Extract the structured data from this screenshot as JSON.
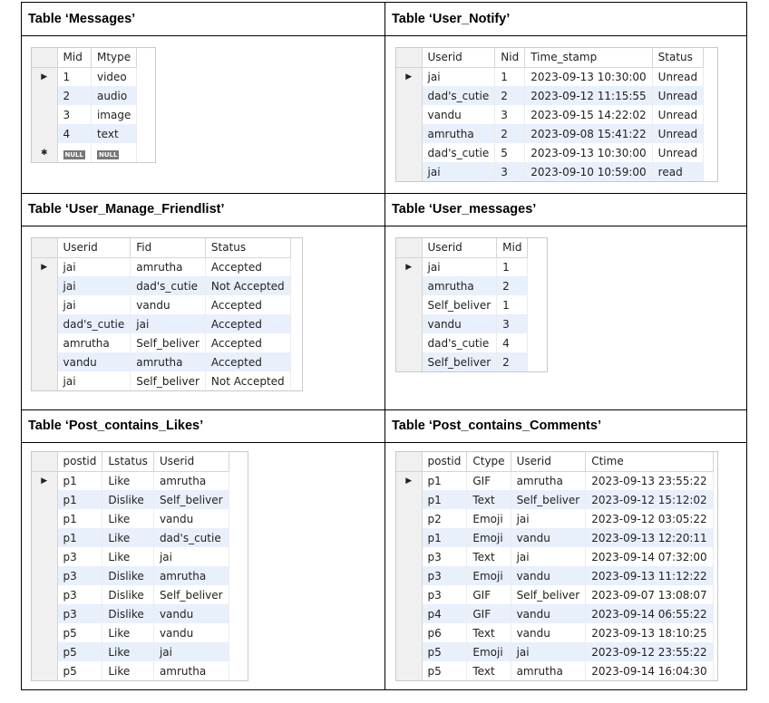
{
  "panels": {
    "messages": {
      "title": "Table ‘Messages’",
      "columns": [
        "Mid",
        "Mtype"
      ],
      "rows": [
        [
          "1",
          "video"
        ],
        [
          "2",
          "audio"
        ],
        [
          "3",
          "image"
        ],
        [
          "4",
          "text"
        ]
      ],
      "null_label": "NULL"
    },
    "user_notify": {
      "title": "Table ‘User_Notify’",
      "columns": [
        "Userid",
        "Nid",
        "Time_stamp",
        "Status"
      ],
      "rows": [
        [
          "jai",
          "1",
          "2023-09-13 10:30:00",
          "Unread"
        ],
        [
          "dad's_cutie",
          "2",
          "2023-09-12 11:15:55",
          "Unread"
        ],
        [
          "vandu",
          "3",
          "2023-09-15 14:22:02",
          "Unread"
        ],
        [
          "amrutha",
          "2",
          "2023-09-08 15:41:22",
          "Unread"
        ],
        [
          "dad's_cutie",
          "5",
          "2023-09-13 10:30:00",
          "Unread"
        ],
        [
          "jai",
          "3",
          "2023-09-10 10:59:00",
          "read"
        ]
      ]
    },
    "friendlist": {
      "title": "Table ‘User_Manage_Friendlist’",
      "columns": [
        "Userid",
        "Fid",
        "Status"
      ],
      "rows": [
        [
          "jai",
          "amrutha",
          "Accepted"
        ],
        [
          "jai",
          "dad's_cutie",
          "Not Accepted"
        ],
        [
          "jai",
          "vandu",
          "Accepted"
        ],
        [
          "dad's_cutie",
          "jai",
          "Accepted"
        ],
        [
          "amrutha",
          "Self_beliver",
          "Accepted"
        ],
        [
          "vandu",
          "amrutha",
          "Accepted"
        ],
        [
          "jai",
          "Self_beliver",
          "Not Accepted"
        ]
      ]
    },
    "user_messages": {
      "title": "Table ‘User_messages’",
      "columns": [
        "Userid",
        "Mid"
      ],
      "rows": [
        [
          "jai",
          "1"
        ],
        [
          "amrutha",
          "2"
        ],
        [
          "Self_beliver",
          "1"
        ],
        [
          "vandu",
          "3"
        ],
        [
          "dad's_cutie",
          "4"
        ],
        [
          "Self_beliver",
          "2"
        ]
      ]
    },
    "likes": {
      "title": "Table ‘Post_contains_Likes’",
      "columns": [
        "postid",
        "Lstatus",
        "Userid"
      ],
      "rows": [
        [
          "p1",
          "Like",
          "amrutha"
        ],
        [
          "p1",
          "Dislike",
          "Self_beliver"
        ],
        [
          "p1",
          "Like",
          "vandu"
        ],
        [
          "p1",
          "Like",
          "dad's_cutie"
        ],
        [
          "p3",
          "Like",
          "jai"
        ],
        [
          "p3",
          "Dislike",
          "amrutha"
        ],
        [
          "p3",
          "Dislike",
          "Self_beliver"
        ],
        [
          "p3",
          "Dislike",
          "vandu"
        ],
        [
          "p5",
          "Like",
          "vandu"
        ],
        [
          "p5",
          "Like",
          "jai"
        ],
        [
          "p5",
          "Like",
          "amrutha"
        ]
      ]
    },
    "comments": {
      "title": "Table ‘Post_contains_Comments’",
      "columns": [
        "postid",
        "Ctype",
        "Userid",
        "Ctime"
      ],
      "rows": [
        [
          "p1",
          "GIF",
          "amrutha",
          "2023-09-13 23:55:22"
        ],
        [
          "p1",
          "Text",
          "Self_beliver",
          "2023-09-12 15:12:02"
        ],
        [
          "p2",
          "Emoji",
          "jai",
          "2023-09-12 03:05:22"
        ],
        [
          "p1",
          "Emoji",
          "vandu",
          "2023-09-13 12:20:11"
        ],
        [
          "p3",
          "Text",
          "jai",
          "2023-09-14 07:32:00"
        ],
        [
          "p3",
          "Emoji",
          "vandu",
          "2023-09-13 11:12:22"
        ],
        [
          "p3",
          "GIF",
          "Self_beliver",
          "2023-09-07 13:08:07"
        ],
        [
          "p4",
          "GIF",
          "vandu",
          "2023-09-14 06:55:22"
        ],
        [
          "p6",
          "Text",
          "vandu",
          "2023-09-13 18:10:25"
        ],
        [
          "p5",
          "Emoji",
          "jai",
          "2023-09-12 23:55:22"
        ],
        [
          "p5",
          "Text",
          "amrutha",
          "2023-09-14 16:04:30"
        ]
      ]
    }
  }
}
